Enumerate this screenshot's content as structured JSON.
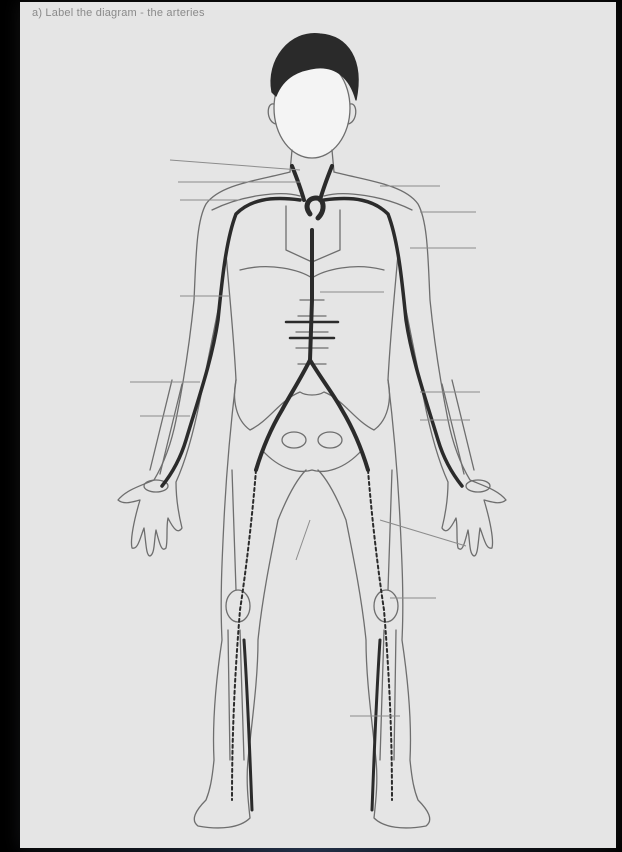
{
  "heading": "a) Label the diagram - the arteries",
  "colors": {
    "background": "#000000",
    "sheet": "#e5e5e5",
    "outline": "#6e6e6e",
    "artery": "#2b2b2b",
    "hair": "#2a2a2a",
    "leader": "#8c8c8c"
  },
  "label_lines": {
    "count": 16,
    "labels_filled": 0
  }
}
